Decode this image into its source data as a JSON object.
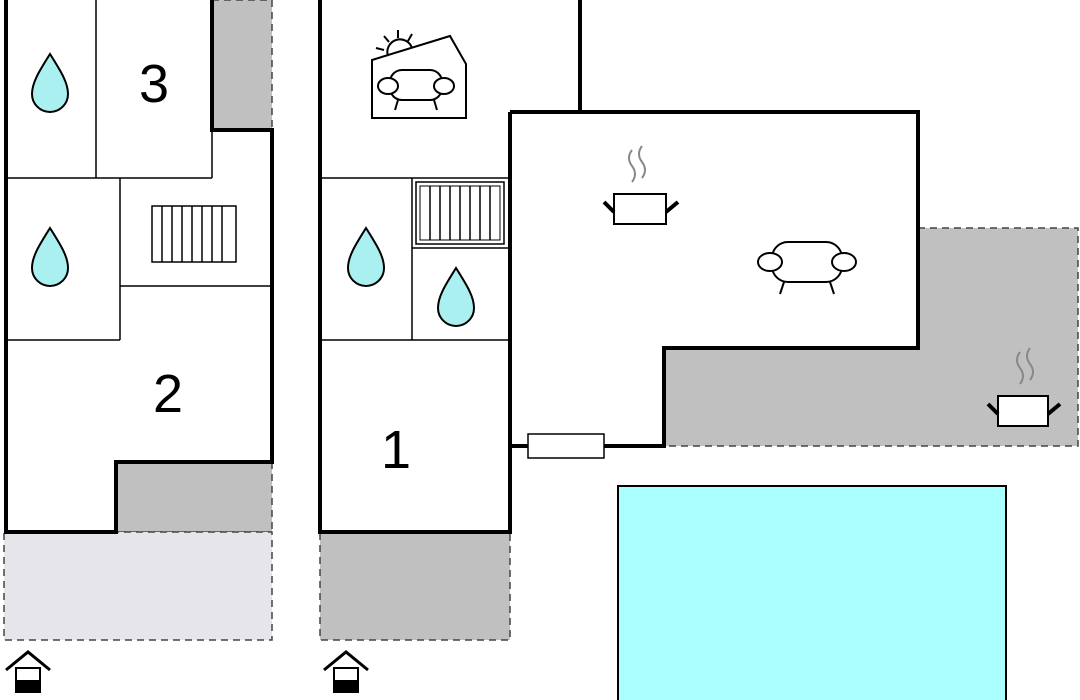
{
  "colors": {
    "terrace": "#c0c0c0",
    "terrace_light": "#e6e6ea",
    "pool": "#aaffff",
    "water": "#aaf0f0",
    "wall": "#000000",
    "floor": "#ffffff"
  },
  "rooms": [
    {
      "id": "bedroom-1",
      "label": "1"
    },
    {
      "id": "bedroom-2",
      "label": "2"
    },
    {
      "id": "bedroom-3",
      "label": "3"
    }
  ],
  "icons": [
    "water-drop-icon",
    "radiator-icon",
    "sofa-icon",
    "sun-room-sofa-icon",
    "cooking-pot-icon",
    "outdoor-cooking-pot-icon",
    "entrance-house-icon",
    "pool"
  ]
}
